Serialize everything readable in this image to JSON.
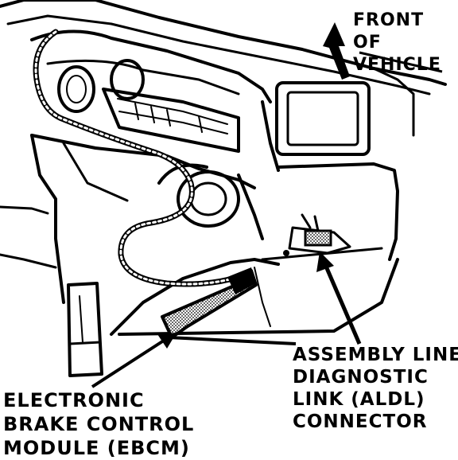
{
  "diagram": {
    "front_of_vehicle": [
      "FRONT",
      "OF",
      "VEHICLE"
    ],
    "aldl_connector": [
      "ASSEMBLY LINE",
      "DIAGNOSTIC",
      "LINK (ALDL)",
      "CONNECTOR"
    ],
    "ebcm": [
      "ELECTRONIC",
      "BRAKE CONTROL",
      "MODULE (EBCM)"
    ]
  },
  "colors": {
    "ink": "#000000",
    "paper": "#ffffff",
    "screen_gray": "#c8c8c8"
  },
  "icons": {
    "front_indicator": "front-arrow-icon"
  }
}
